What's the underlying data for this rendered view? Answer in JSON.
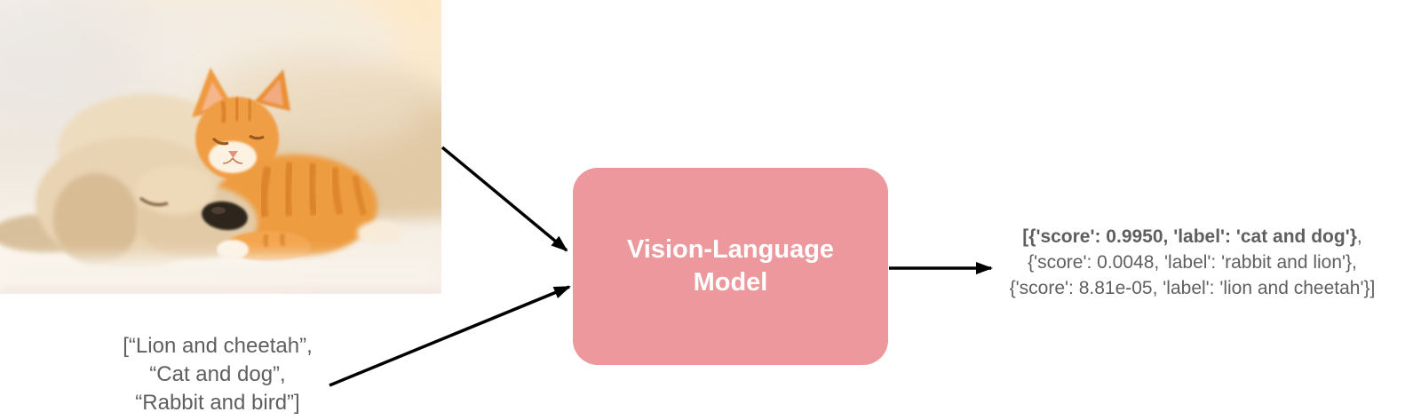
{
  "photo": {
    "description": "Sleeping cream puppy cuddling with a ginger tabby kitten on a white blanket"
  },
  "prompt_list": {
    "lines": [
      "[“Lion and cheetah”,",
      "“Cat and dog”,",
      "“Rabbit and bird”]"
    ]
  },
  "model_box": {
    "label": "Vision-Language\nModel",
    "fill_color": "#EC989C",
    "text_color": "#FFFFFF"
  },
  "output": {
    "line1_bold": "[{'score': 0.9950, 'label': 'cat and dog'}",
    "line1_rest": ",",
    "line2": "{'score': 0.0048, 'label': 'rabbit and lion'},",
    "line3": "{'score': 8.81e-05, 'label': 'lion and cheetah'}]",
    "text_color": "#5F5F5F"
  },
  "arrows": {
    "color": "#000000",
    "items": [
      "image-to-model",
      "prompts-to-model",
      "model-to-output"
    ]
  }
}
